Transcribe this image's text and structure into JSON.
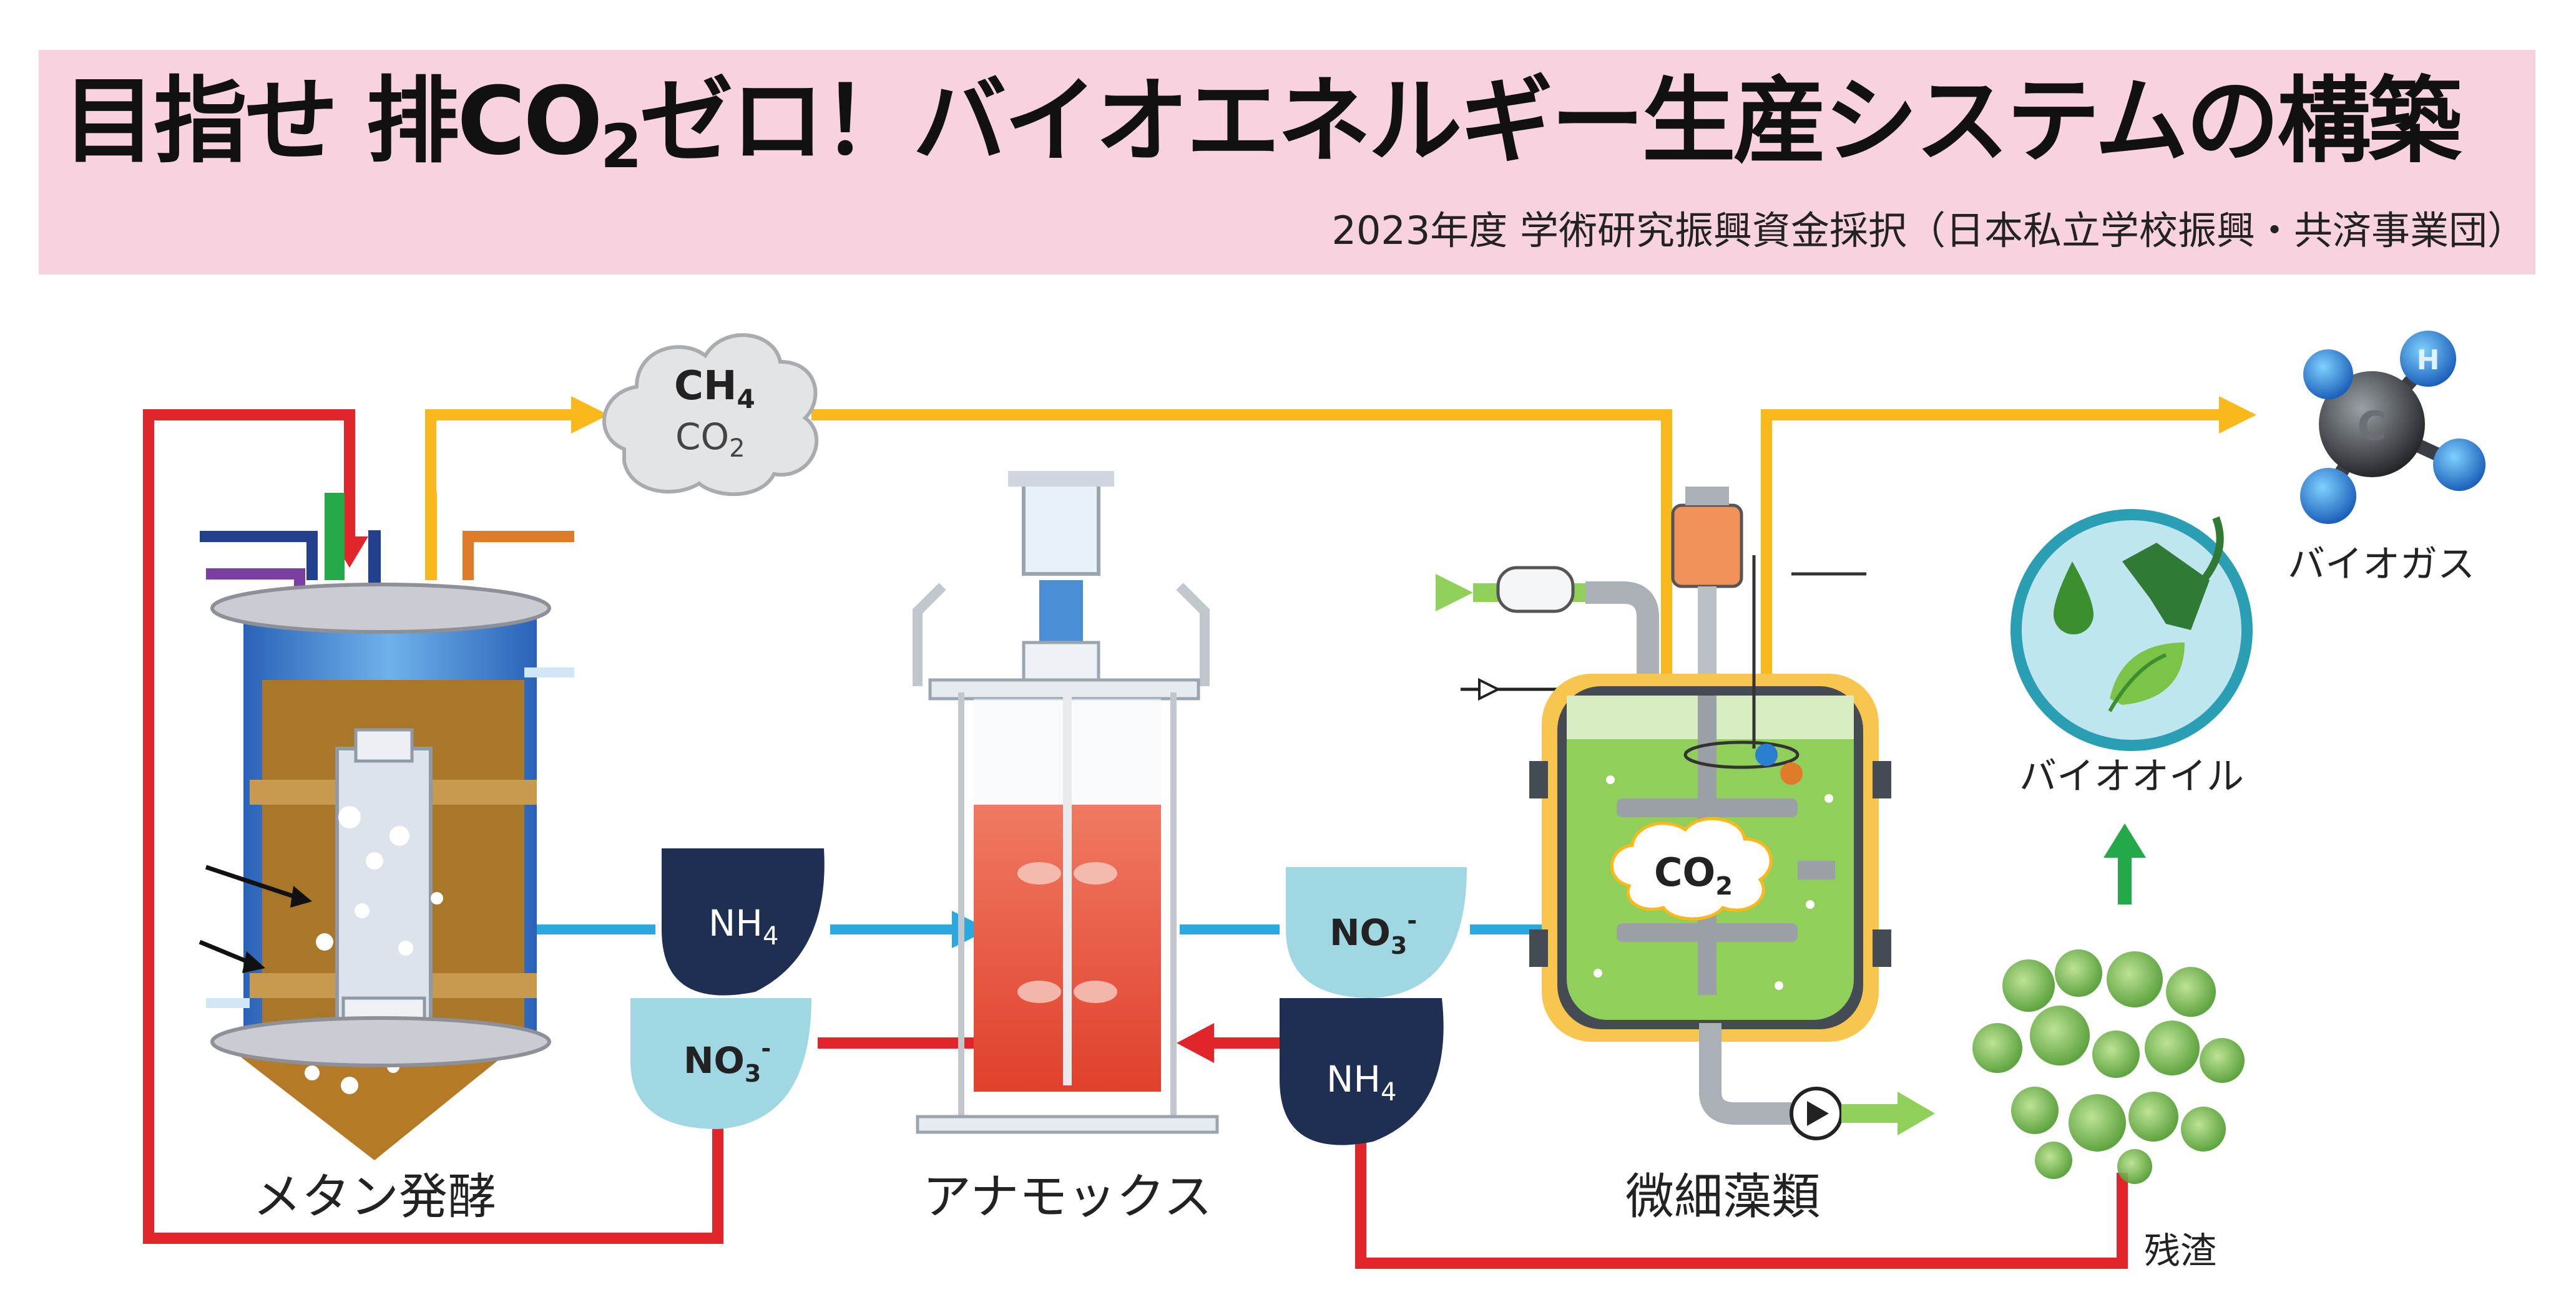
{
  "header": {
    "title_part1": "目指せ 排CO",
    "title_sub": "2",
    "title_part2": "ゼロ！バイオエネルギー生産システムの構築",
    "subtitle": "2023年度 学術研究振興資金採択（日本私立学校振興・共済事業団）"
  },
  "labels": {
    "methane": "メタン発酵",
    "anammox": "アナモックス",
    "algae": "微細藻類",
    "biogas": "バイオガス",
    "biooil": "バイオオイル",
    "residue": "残渣"
  },
  "cloud": {
    "ch4_main": "CH",
    "ch4_sub": "4",
    "co2_main": "CO",
    "co2_sub": "2"
  },
  "reactor_co2": {
    "main": "CO",
    "sub": "2"
  },
  "tags": {
    "nh4_top": {
      "main": "NH",
      "sub": "4"
    },
    "no3_left": {
      "main": "NO",
      "sub": "3",
      "sup": "-"
    },
    "no3_mid": {
      "main": "NO",
      "sub": "3",
      "sup": "-"
    },
    "nh4_bottom": {
      "main": "NH",
      "sub": "4"
    }
  },
  "molecule": {
    "center": "C",
    "h": "H"
  },
  "colors": {
    "banner": "#f8d3df",
    "red_flow": "#e0262b",
    "yellow_flow": "#f9b91c",
    "blue_flow": "#2aa9e0",
    "green_arrow": "#23a84a",
    "navy_tag": "#1f2f52",
    "light_tag": "#9fd8e2",
    "algae_green": "#8fcf5a",
    "anammox_red": "#ea5a43"
  }
}
